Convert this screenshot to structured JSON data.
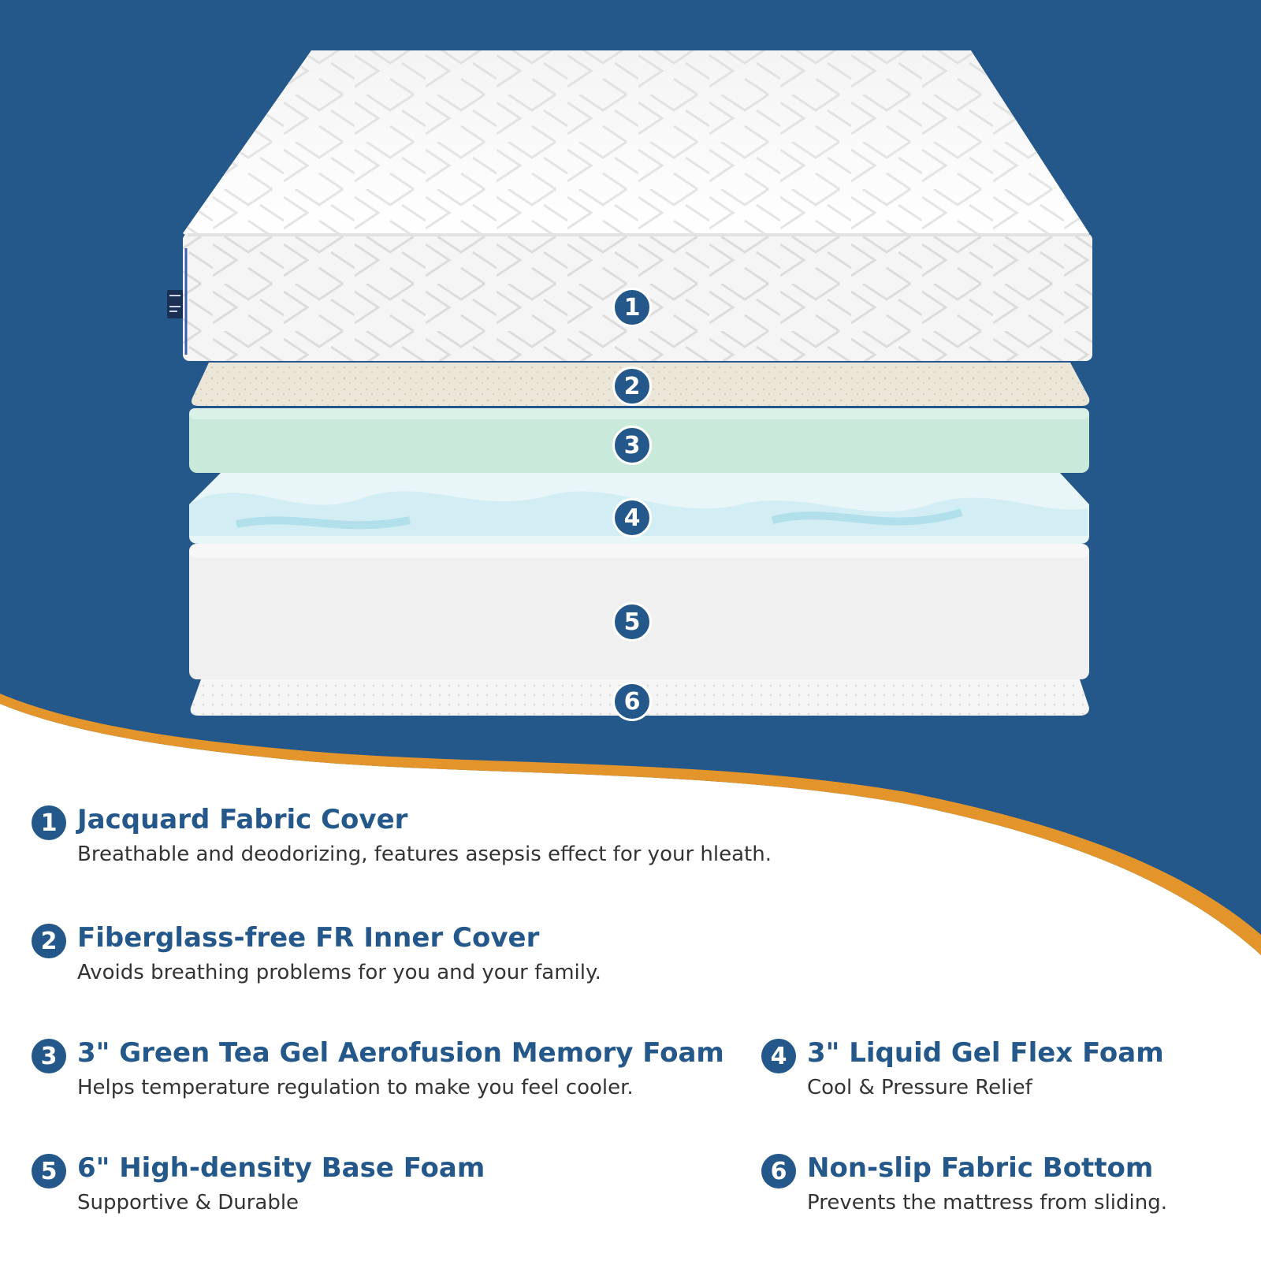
{
  "colors": {
    "background_blue": "#24578a",
    "accent_orange": "#e3952c",
    "title_blue": "#24578a",
    "body_text": "#333333",
    "layer_natural_fiber": "#ebe6d8",
    "layer_green_foam": "#c9eadb",
    "layer_gel_foam": "#d7f0f3",
    "layer_base_foam": "#f1f1f1",
    "layer_bottom_fabric": "#f5f5f5"
  },
  "mattress": {
    "tag_icon": "label-tag-icon",
    "layers": [
      {
        "number": "1"
      },
      {
        "number": "2"
      },
      {
        "number": "3"
      },
      {
        "number": "4"
      },
      {
        "number": "5"
      },
      {
        "number": "6"
      }
    ]
  },
  "features": [
    {
      "number": "1",
      "title": "Jacquard Fabric Cover",
      "description": "Breathable and deodorizing, features asepsis effect for your hleath."
    },
    {
      "number": "2",
      "title": "Fiberglass-free FR Inner Cover",
      "description": "Avoids breathing problems for you and your family."
    },
    {
      "number": "3",
      "title": "3\" Green Tea Gel Aerofusion Memory Foam",
      "description": "Helps temperature regulation to make you feel cooler."
    },
    {
      "number": "4",
      "title": "3\" Liquid Gel Flex Foam",
      "description": "Cool & Pressure Relief"
    },
    {
      "number": "5",
      "title": "6\" High-density Base Foam",
      "description": "Supportive & Durable"
    },
    {
      "number": "6",
      "title": "Non-slip Fabric Bottom",
      "description": "Prevents the mattress from sliding."
    }
  ]
}
